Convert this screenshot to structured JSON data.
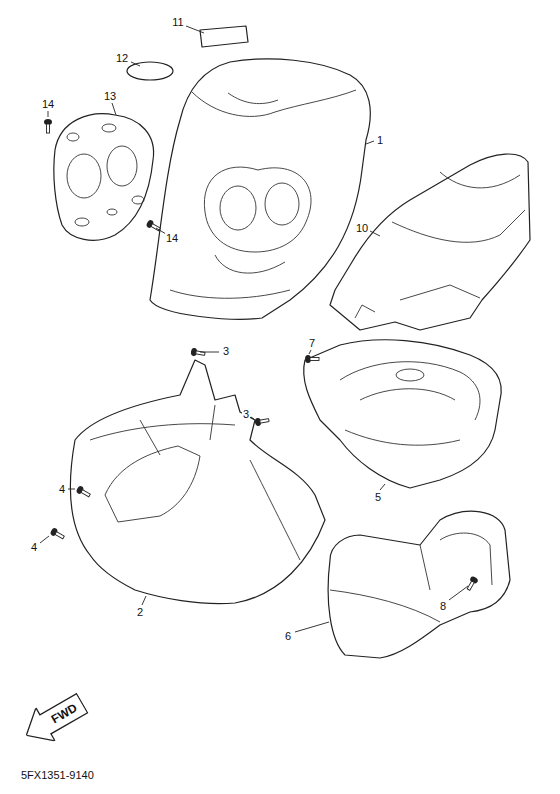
{
  "diagram": {
    "nodes": [
      {
        "text": [
          "FWD"
        ]
      }
    ],
    "labels": [
      "11",
      "12",
      "14",
      "13",
      "1",
      "14",
      "10",
      "7",
      "3",
      "3",
      "5",
      "4",
      "4",
      "2",
      "6",
      "8",
      "5FX1351-9140"
    ]
  }
}
